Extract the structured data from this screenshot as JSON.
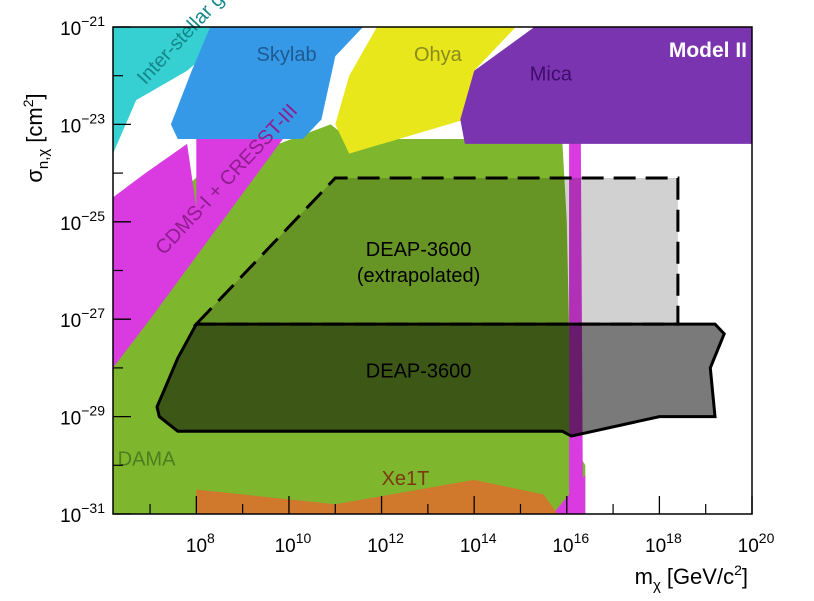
{
  "chart_data": {
    "type": "area",
    "title": "",
    "model_label": "Model II",
    "xlabel": {
      "main": "m",
      "sub": "χ",
      "unit": "[GeV/c",
      "unit_sup": "2",
      "unit_end": "]"
    },
    "ylabel": {
      "main": "σ",
      "sub": "n,χ",
      "unit": "[cm",
      "unit_sup": "2",
      "unit_end": "]"
    },
    "x_scale": "log",
    "y_scale": "log",
    "xlim_log10": [
      6.2,
      20
    ],
    "ylim_log10": [
      -31,
      -21
    ],
    "x_ticks": [
      {
        "base": "10",
        "exp": "8",
        "log": 8
      },
      {
        "base": "10",
        "exp": "10",
        "log": 10
      },
      {
        "base": "10",
        "exp": "12",
        "log": 12
      },
      {
        "base": "10",
        "exp": "14",
        "log": 14
      },
      {
        "base": "10",
        "exp": "16",
        "log": 16
      },
      {
        "base": "10",
        "exp": "18",
        "log": 18
      },
      {
        "base": "10",
        "exp": "20",
        "log": 20
      }
    ],
    "y_ticks": [
      {
        "base": "10",
        "exp": "−21",
        "log": -21
      },
      {
        "base": "10",
        "exp": "−23",
        "log": -23
      },
      {
        "base": "10",
        "exp": "−25",
        "log": -25
      },
      {
        "base": "10",
        "exp": "−27",
        "log": -27
      },
      {
        "base": "10",
        "exp": "−29",
        "log": -29
      },
      {
        "base": "10",
        "exp": "−31",
        "log": -31
      }
    ],
    "regions": [
      {
        "id": "dama",
        "name": "DAMA",
        "color": "#7eb62e",
        "label_color": "#4e7d1e",
        "points": [
          [
            6.2,
            -31
          ],
          [
            16.4,
            -31
          ],
          [
            16.4,
            -30
          ],
          [
            16.1,
            -29.5
          ],
          [
            16.0,
            -25
          ],
          [
            15.9,
            -23.3
          ],
          [
            11.3,
            -23.3
          ],
          [
            10.9,
            -23.0
          ],
          [
            8.1,
            -24.0
          ],
          [
            7.2,
            -24.8
          ],
          [
            6.2,
            -25.6
          ]
        ]
      },
      {
        "id": "cdms",
        "name": "CDMS-I + CRESST-III",
        "color": "#d93be0",
        "label_color": "#8f1d8f",
        "points": [
          [
            6.2,
            -26.0
          ],
          [
            6.2,
            -28.0
          ],
          [
            7.0,
            -27.0
          ],
          [
            10.1,
            -23.0
          ],
          [
            9.8,
            -22.5
          ],
          [
            8.0,
            -23.3
          ],
          [
            8.0,
            -24.7
          ],
          [
            7.8,
            -23.4
          ],
          [
            6.9,
            -24.0
          ],
          [
            6.2,
            -24.5
          ]
        ]
      },
      {
        "id": "cdms_strip",
        "name": "",
        "color": "#d93be0",
        "label_color": "#d93be0",
        "points": [
          [
            16.4,
            -30.2
          ],
          [
            16.4,
            -31
          ],
          [
            15.7,
            -31
          ]
        ]
      },
      {
        "id": "cdms_strip2",
        "name": "",
        "color": "#d93be0",
        "label_color": "#d93be0",
        "points": [
          [
            16.05,
            -22.8
          ],
          [
            16.3,
            -22.8
          ],
          [
            16.35,
            -31
          ],
          [
            16.05,
            -31
          ]
        ]
      },
      {
        "id": "xe1t",
        "name": "Xe1T",
        "color": "#d0782c",
        "label_color": "#7a3a10",
        "points": [
          [
            8.0,
            -30.5
          ],
          [
            11.0,
            -30.8
          ],
          [
            14.0,
            -30.3
          ],
          [
            15.5,
            -30.6
          ],
          [
            15.8,
            -31
          ],
          [
            8.0,
            -31
          ]
        ]
      },
      {
        "id": "gas",
        "name": "Inter-stellar gas",
        "color": "#36cfd2",
        "label_color": "#13888b",
        "points": [
          [
            6.2,
            -21
          ],
          [
            8.9,
            -21
          ],
          [
            7.8,
            -21.9
          ],
          [
            6.7,
            -22.5
          ],
          [
            6.2,
            -23.6
          ]
        ]
      },
      {
        "id": "skylab",
        "name": "Skylab",
        "color": "#3599e8",
        "label_color": "#1f5a8e",
        "points": [
          [
            8.3,
            -21
          ],
          [
            11.6,
            -21
          ],
          [
            11.0,
            -21.6
          ],
          [
            10.7,
            -22.9
          ],
          [
            10.3,
            -23.3
          ],
          [
            7.6,
            -23.3
          ],
          [
            7.45,
            -23.0
          ],
          [
            7.9,
            -21.9
          ]
        ]
      },
      {
        "id": "ohya",
        "name": "Ohya",
        "color": "#e7e71c",
        "label_color": "#8a8a1c",
        "points": [
          [
            11.9,
            -21
          ],
          [
            14.9,
            -21
          ],
          [
            14.0,
            -21.9
          ],
          [
            13.8,
            -22.9
          ],
          [
            11.3,
            -23.6
          ],
          [
            11.0,
            -23.0
          ],
          [
            11.3,
            -22.0
          ]
        ]
      },
      {
        "id": "mica",
        "name": "Mica",
        "color": "#7b34b0",
        "label_color": "#3e0c6a",
        "points": [
          [
            15.3,
            -21
          ],
          [
            20,
            -21
          ],
          [
            20,
            -23.4
          ],
          [
            13.8,
            -23.4
          ],
          [
            13.7,
            -22.9
          ],
          [
            14.0,
            -21.9
          ]
        ]
      },
      {
        "id": "deap_extra",
        "name": "DEAP-3600\n(extrapolated)",
        "color": "rgba(0,0,0,0.18)",
        "label_color": "#000000",
        "points": [
          [
            8.0,
            -27.1
          ],
          [
            11.0,
            -24.1
          ],
          [
            18.4,
            -24.1
          ],
          [
            18.4,
            -27.1
          ]
        ]
      },
      {
        "id": "deap",
        "name": "DEAP-3600",
        "color": "rgba(0,0,0,0.52)",
        "label_color": "#000000",
        "points": [
          [
            8.0,
            -27.1
          ],
          [
            19.2,
            -27.1
          ],
          [
            19.4,
            -27.3
          ],
          [
            19.1,
            -28.0
          ],
          [
            19.2,
            -29.0
          ],
          [
            18.0,
            -29.0
          ],
          [
            16.1,
            -29.4
          ],
          [
            15.9,
            -29.3
          ],
          [
            7.6,
            -29.3
          ],
          [
            7.2,
            -29.0
          ],
          [
            7.15,
            -28.8
          ],
          [
            7.6,
            -27.8
          ]
        ]
      }
    ],
    "label_positions": {
      "dama": [
        6.3,
        -30.0
      ],
      "cdms": [
        7.3,
        -25.7
      ],
      "xe1t": [
        12.0,
        -30.4
      ],
      "gas": [
        6.9,
        -22.2
      ],
      "skylab": [
        9.3,
        -21.7
      ],
      "ohya": [
        12.7,
        -21.7
      ],
      "mica": [
        15.2,
        -22.1
      ],
      "deap_extra": [
        12.8,
        -25.7
      ],
      "deap": [
        12.8,
        -28.2
      ]
    }
  }
}
